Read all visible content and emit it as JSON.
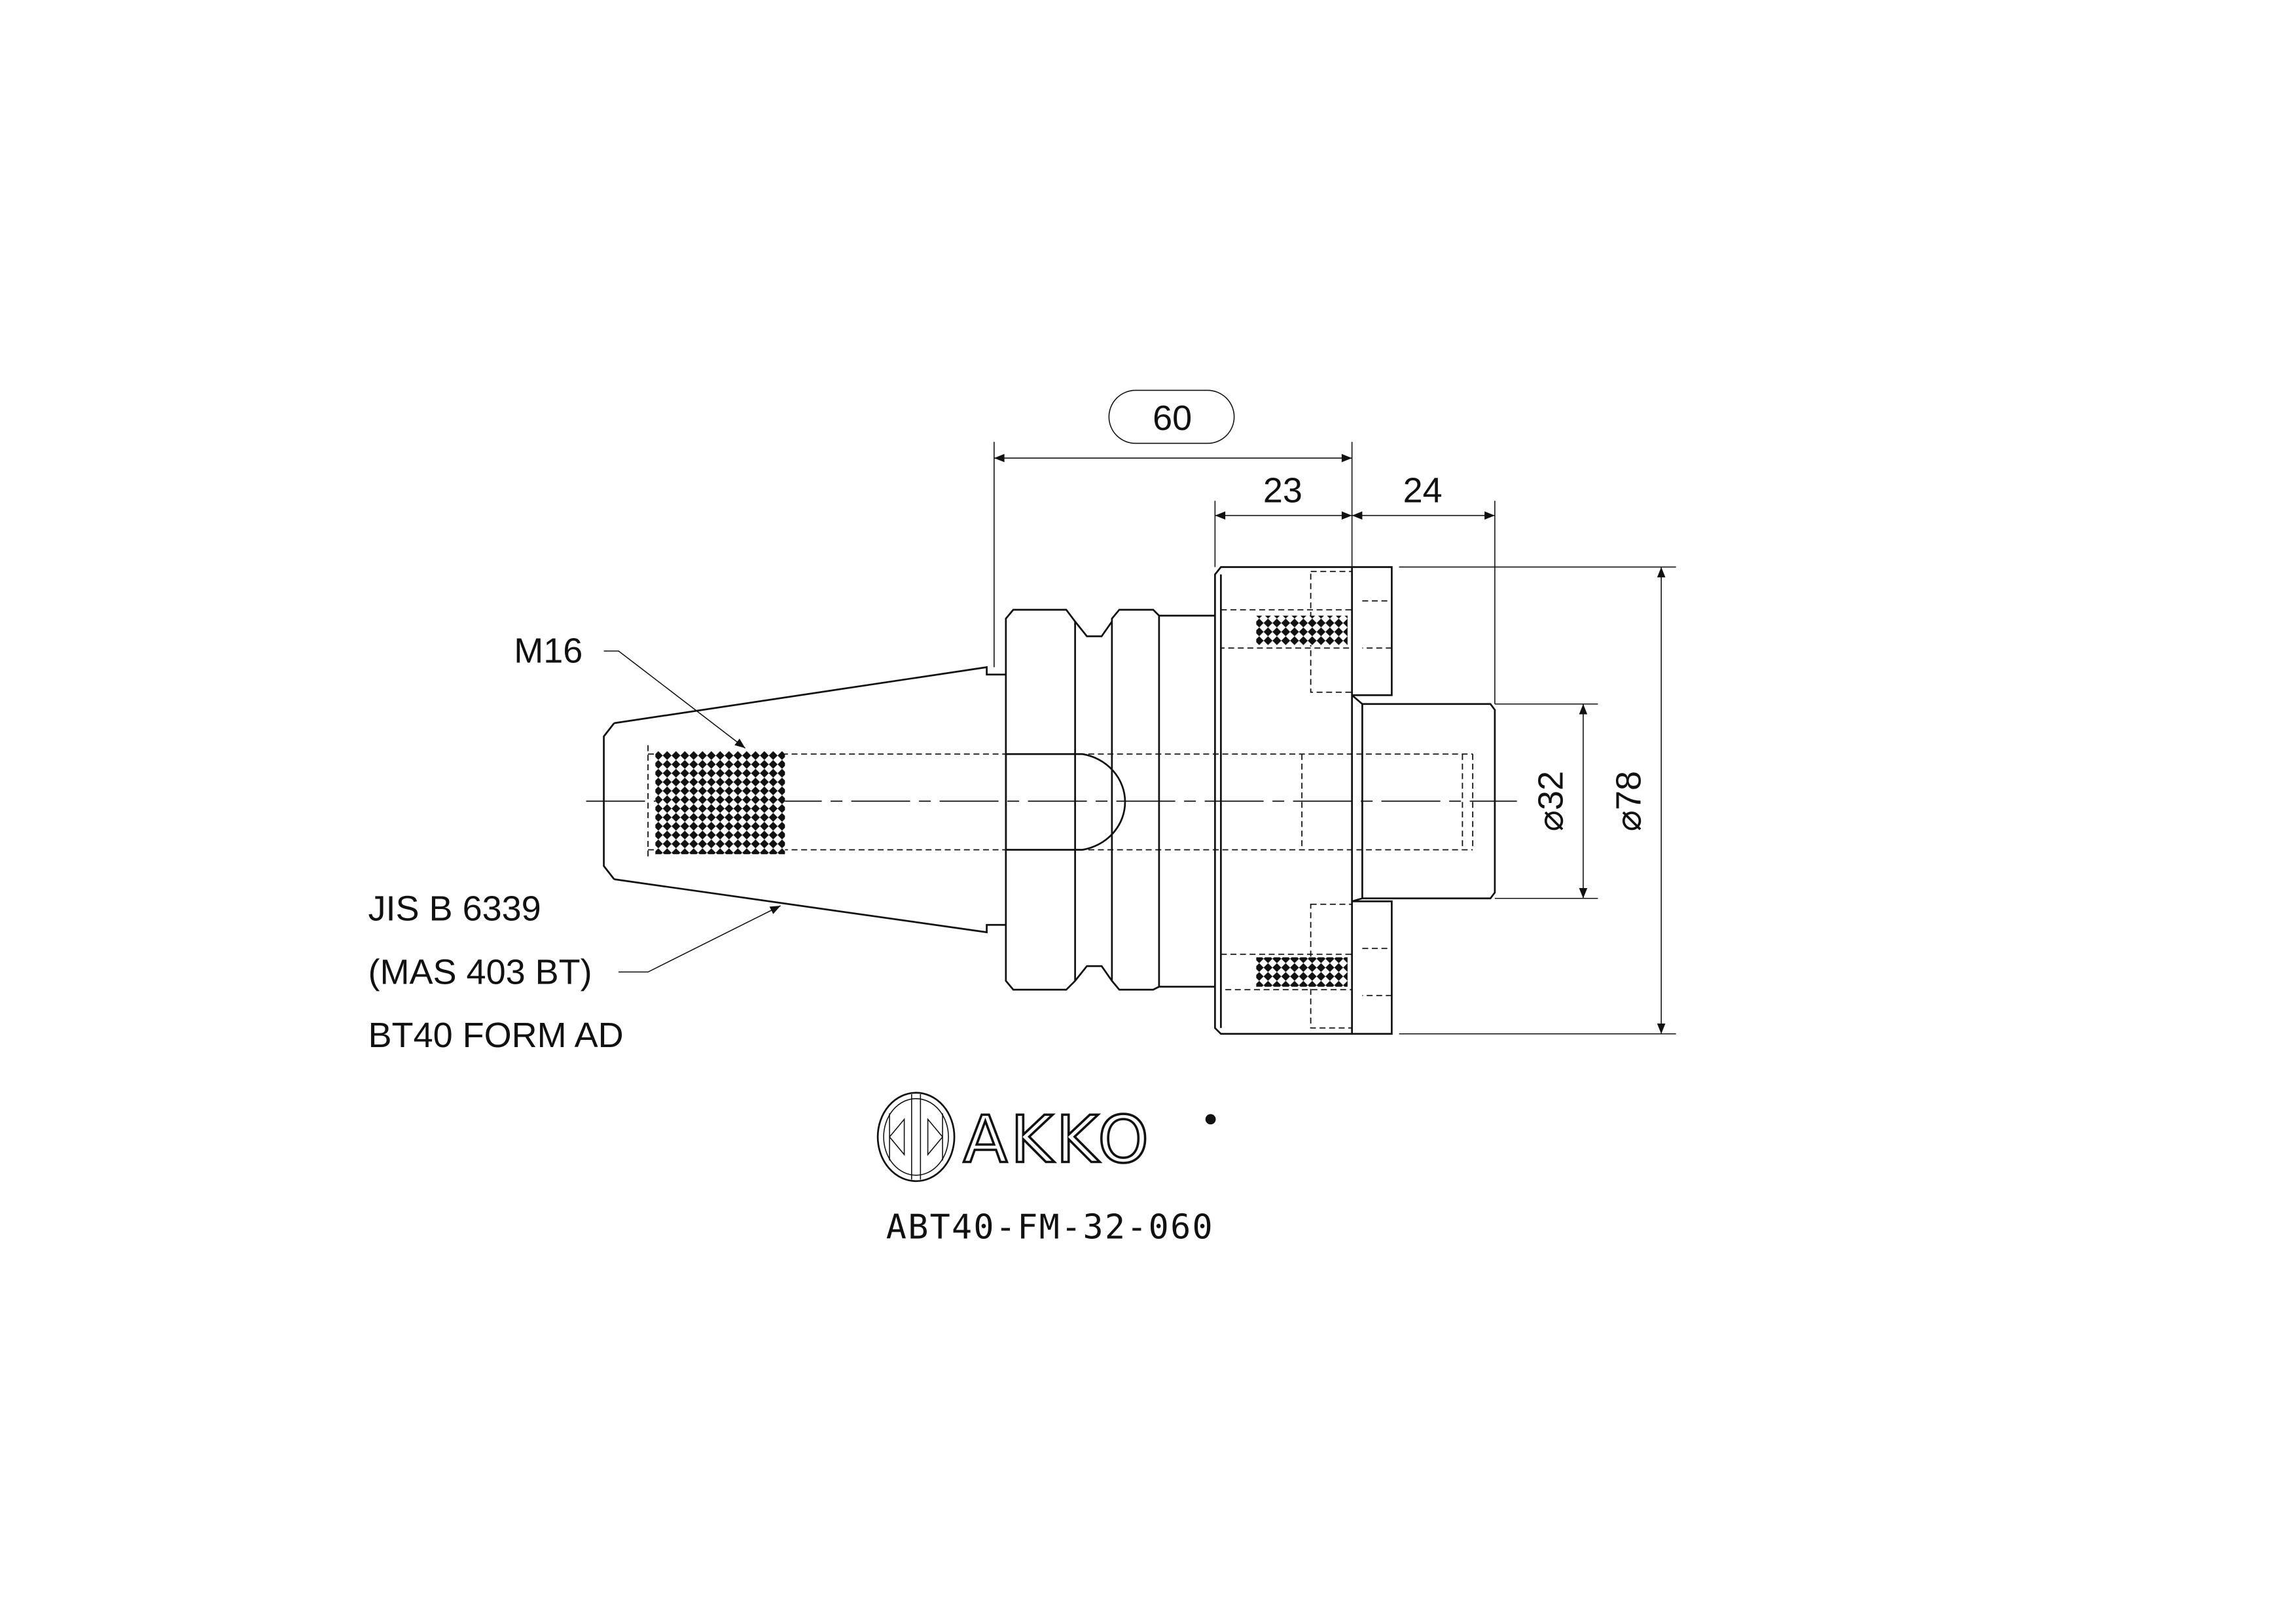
{
  "dimensions": {
    "overall_length": "60",
    "flange_length": "23",
    "pilot_length": "24",
    "pilot_diameter": "⌀32",
    "flange_diameter": "⌀78"
  },
  "callouts": {
    "thread": "M16",
    "standard_line1": "JIS B 6339",
    "standard_line2": "(MAS 403 BT)",
    "standard_line3": "BT40 FORM AD"
  },
  "brand": {
    "name": "AKKO"
  },
  "part_number": "ABT40-FM-32-060"
}
